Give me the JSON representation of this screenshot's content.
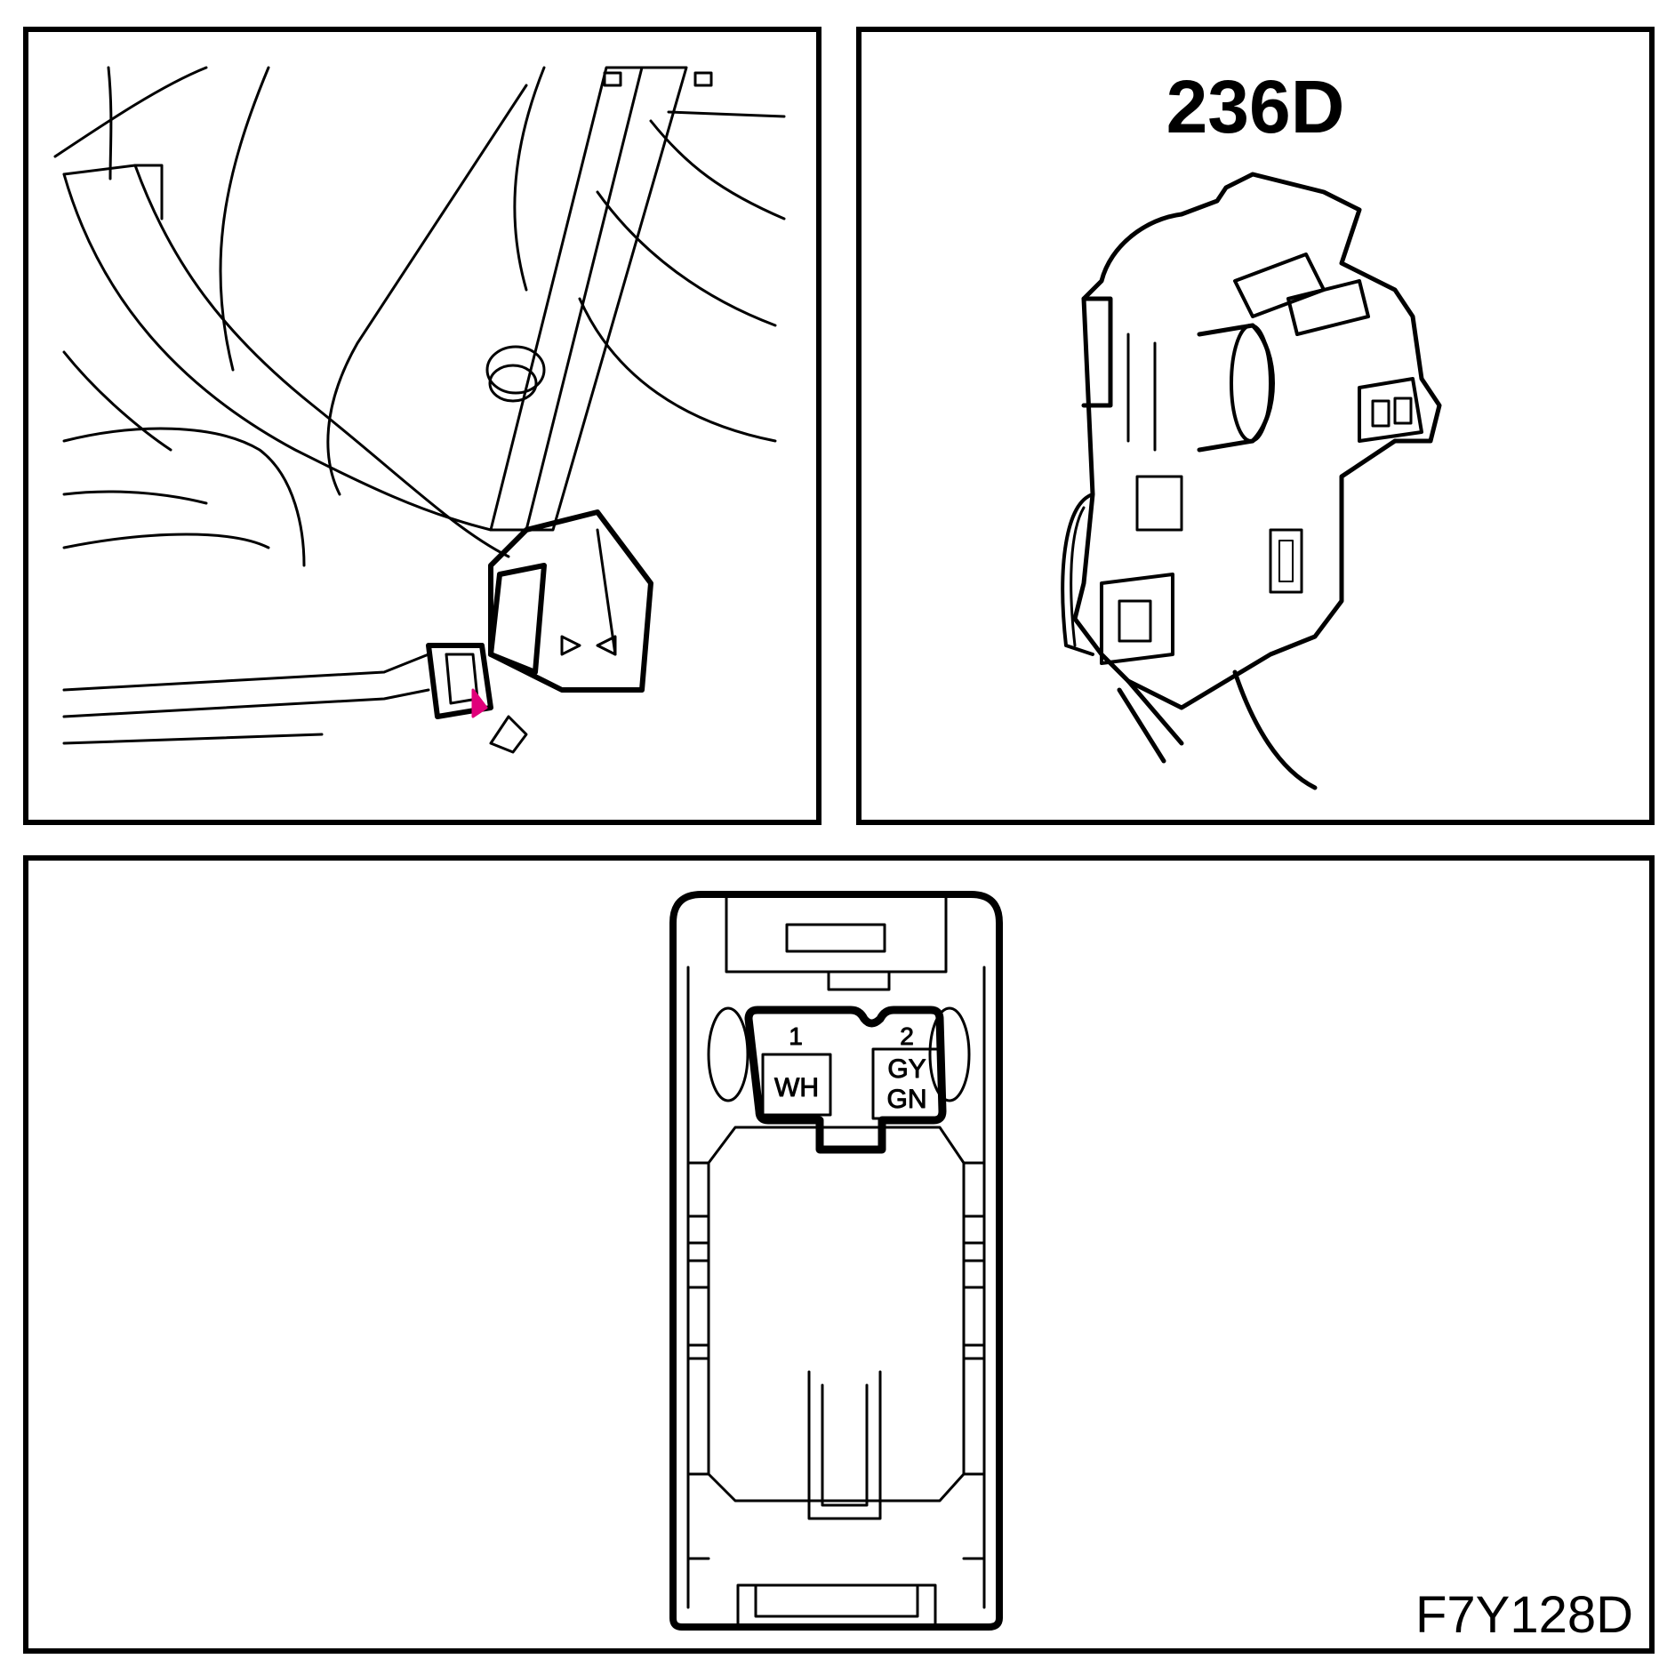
{
  "connector": {
    "id": "236D",
    "pins": [
      {
        "number": "1",
        "wire_color": [
          "WH"
        ]
      },
      {
        "number": "2",
        "wire_color": [
          "GY",
          "GN"
        ]
      }
    ]
  },
  "figure_code": "F7Y128D",
  "colors": {
    "line": "#000000",
    "highlight": "#e0007a",
    "background": "#ffffff"
  }
}
